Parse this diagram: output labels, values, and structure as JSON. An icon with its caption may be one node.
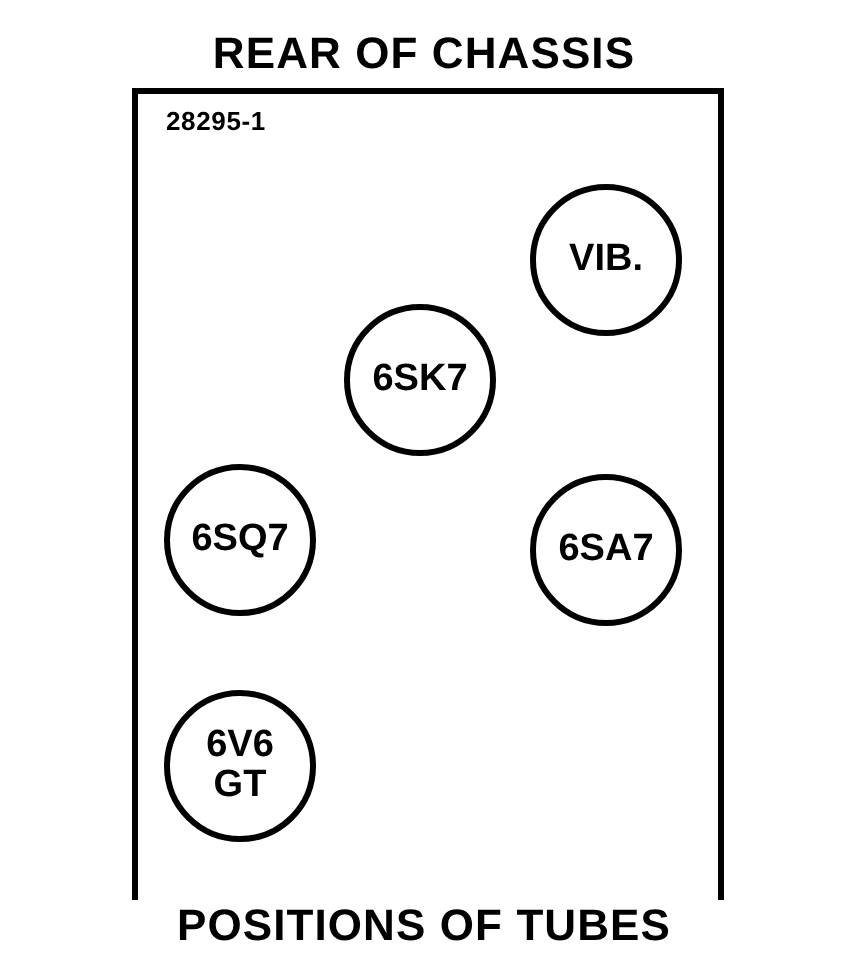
{
  "diagram": {
    "title": "REAR OF CHASSIS",
    "caption": "POSITIONS OF TUBES",
    "nodes": [
      {
        "text": [
          "28295-1"
        ]
      },
      {
        "text": [
          "VIB."
        ],
        "in": 0
      },
      {
        "text": [
          "6SK7"
        ],
        "in": 0
      },
      {
        "text": [
          "6SQ7"
        ],
        "in": 0
      },
      {
        "text": [
          "6SA7"
        ],
        "in": 0
      },
      {
        "text": [
          "6V6 GT"
        ],
        "in": 0
      }
    ]
  }
}
